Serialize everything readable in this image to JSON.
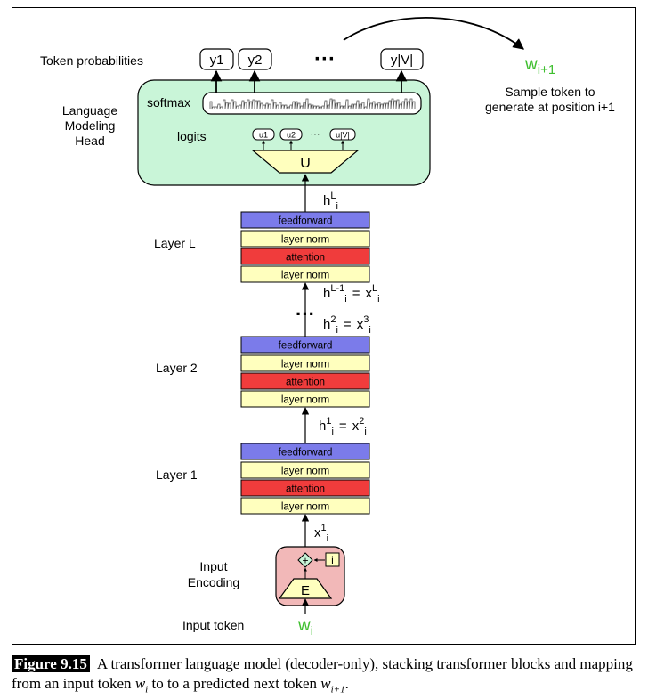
{
  "head": {
    "title_lines": [
      "Language",
      "Modeling",
      "Head"
    ],
    "token_probabilities_label": "Token probabilities",
    "outputs": [
      "y1",
      "y2",
      "y|V|"
    ],
    "output_ellipsis": "···",
    "softmax_label": "softmax",
    "logits_label": "logits",
    "logits": [
      "u1",
      "u2",
      "u|V|"
    ],
    "logits_ellipsis": "···",
    "unembed_label": "U"
  },
  "sample": {
    "token_base": "w",
    "token_sub": "i+1",
    "description_lines": [
      "Sample token to",
      "generate at position i+1"
    ]
  },
  "layers": [
    {
      "label": "Layer L",
      "blocks": [
        "feedforward",
        "layer norm",
        "attention",
        "layer norm"
      ]
    },
    {
      "label": "Layer 2",
      "blocks": [
        "feedforward",
        "layer norm",
        "attention",
        "layer norm"
      ]
    },
    {
      "label": "Layer 1",
      "blocks": [
        "feedforward",
        "layer norm",
        "attention",
        "layer norm"
      ]
    }
  ],
  "hidden_states": {
    "top": {
      "base": "h",
      "sup": "L",
      "sub": "i"
    },
    "between_L": {
      "lhs_base": "h",
      "lhs_sup": "L-1",
      "lhs_sub": "i",
      "eq": "=",
      "rhs_base": "x",
      "rhs_sup": "L",
      "rhs_sub": "i"
    },
    "between_2": {
      "lhs_base": "h",
      "lhs_sup": "2",
      "lhs_sub": "i",
      "eq": "=",
      "rhs_base": "x",
      "rhs_sup": "3",
      "rhs_sub": "i"
    },
    "between_1": {
      "lhs_base": "h",
      "lhs_sup": "1",
      "lhs_sub": "i",
      "eq": "=",
      "rhs_base": "x",
      "rhs_sup": "2",
      "rhs_sub": "i"
    },
    "input": {
      "base": "x",
      "sup": "1",
      "sub": "i"
    },
    "stack_ellipsis": "···"
  },
  "input": {
    "encoding_lines": [
      "Input",
      "Encoding"
    ],
    "embed_label": "E",
    "position_label": "i",
    "add_symbol": "+",
    "token_label": "Input token",
    "token_base": "w",
    "token_sub": "i"
  },
  "caption": {
    "figure_label": "Figure 9.15",
    "text_a": "A transformer language model (decoder-only), stacking transformer blocks and mapping from an input token ",
    "w1_base": "w",
    "w1_sub": "i",
    "text_b": " to to a predicted next token ",
    "w2_base": "w",
    "w2_sub": "i+1",
    "text_c": "."
  },
  "colors": {
    "feedforward": "#7b7bea",
    "layer_norm": "#ffffbe",
    "attention": "#f03c3c",
    "head_fill": "#c9f5d8",
    "input_fill": "#f2b8b8",
    "sample_token": "#3fbf2f"
  }
}
